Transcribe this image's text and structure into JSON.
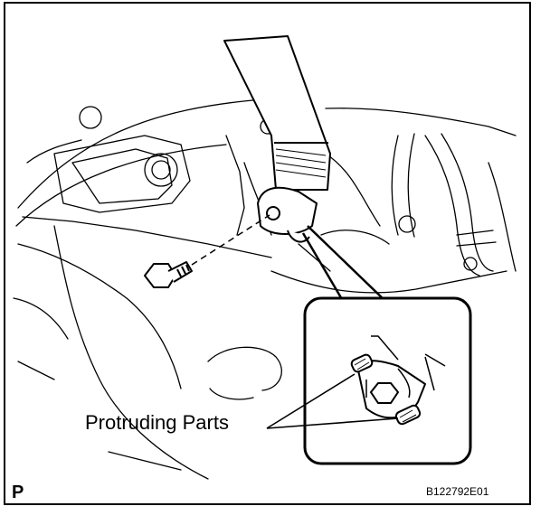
{
  "figure": {
    "callout_label": "Protruding Parts",
    "corner_marker": "P",
    "figure_id": "B122792E01"
  },
  "colors": {
    "line": "#000000",
    "background": "#ffffff"
  },
  "icons": [
    "seat-belt-anchor",
    "bolt",
    "detail-magnifier-inset"
  ]
}
